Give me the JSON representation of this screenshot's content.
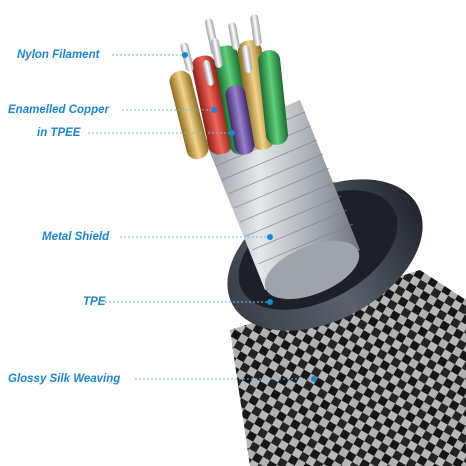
{
  "labels": {
    "nylon_filament": "Nylon Filament",
    "enamelled_copper": "Enamelled Copper",
    "in_tpee": "in TPEE",
    "metal_shield": "Metal Shield",
    "tpe": "TPE",
    "glossy_silk_weaving": "Glossy Silk Weaving"
  },
  "colors": {
    "label_text": "#1f86c9",
    "leader_line": "#7fb6dc",
    "braid_dark": "#1a1a1a",
    "braid_light": "#d9d9d9",
    "tpe_collar": "#2c313a",
    "shield_silver": "#b8bdc2",
    "wire_red": "#d4352b",
    "wire_green": "#2f9a45",
    "wire_gold": "#c9a24a",
    "wire_purple": "#6a4ea0"
  }
}
